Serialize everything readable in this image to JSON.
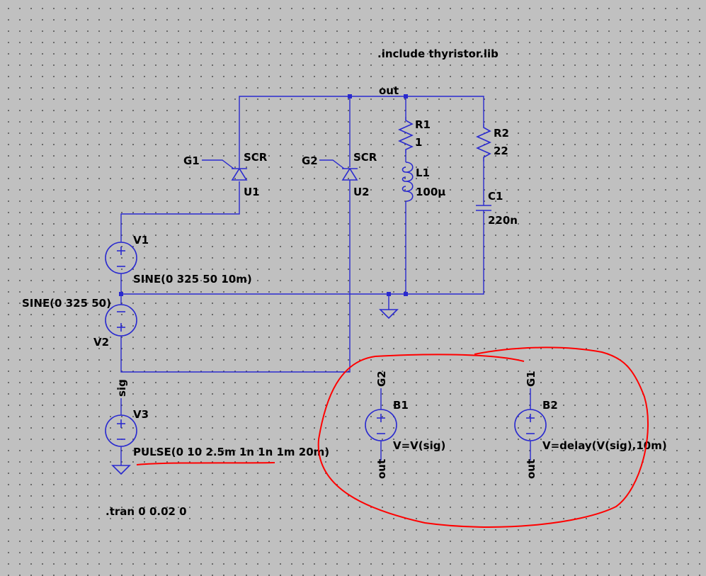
{
  "directives": {
    "include": ".include thyristor.lib",
    "tran": ".tran 0 0.02 0"
  },
  "nets": {
    "out": "out",
    "sig": "sig",
    "g1": "G1",
    "g2": "G2"
  },
  "components": {
    "u1": {
      "name": "U1",
      "type": "SCR",
      "gate": "G1"
    },
    "u2": {
      "name": "U2",
      "type": "SCR",
      "gate": "G2"
    },
    "r1": {
      "name": "R1",
      "value": "1"
    },
    "l1": {
      "name": "L1",
      "value": "100µ"
    },
    "r2": {
      "name": "R2",
      "value": "22"
    },
    "c1": {
      "name": "C1",
      "value": "220n"
    },
    "v1": {
      "name": "V1",
      "value": "SINE(0 325 50 10m)"
    },
    "v2": {
      "name": "V2",
      "value": "SINE(0 325 50)"
    },
    "v3": {
      "name": "V3",
      "value": "PULSE(0 10 2.5m 1n 1n 1m 20m)"
    },
    "b1": {
      "name": "B1",
      "value": "V=V(sig)",
      "top": "G2",
      "bottom": "out"
    },
    "b2": {
      "name": "B2",
      "value": "V=delay(V(sig),10m)",
      "top": "G1",
      "bottom": "out"
    }
  },
  "colors": {
    "wire": "#2a2acf",
    "annotation": "#ff0000",
    "background": "#c0c0c0"
  }
}
